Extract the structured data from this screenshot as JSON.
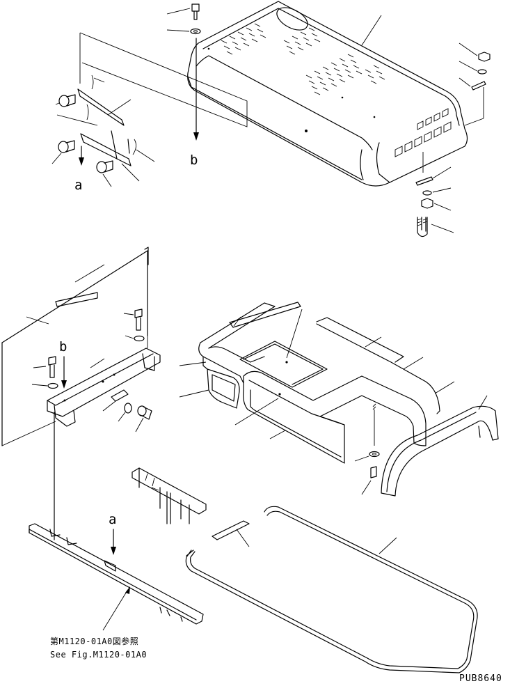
{
  "callouts": {
    "a_upper": "a",
    "b_upper": "b",
    "b_lower": "b",
    "a_lower": "a"
  },
  "reference": {
    "jp": "第M1120-01A0図参照",
    "en": "See Fig.M1120-01A0"
  },
  "drawing_code": "PUB8640"
}
